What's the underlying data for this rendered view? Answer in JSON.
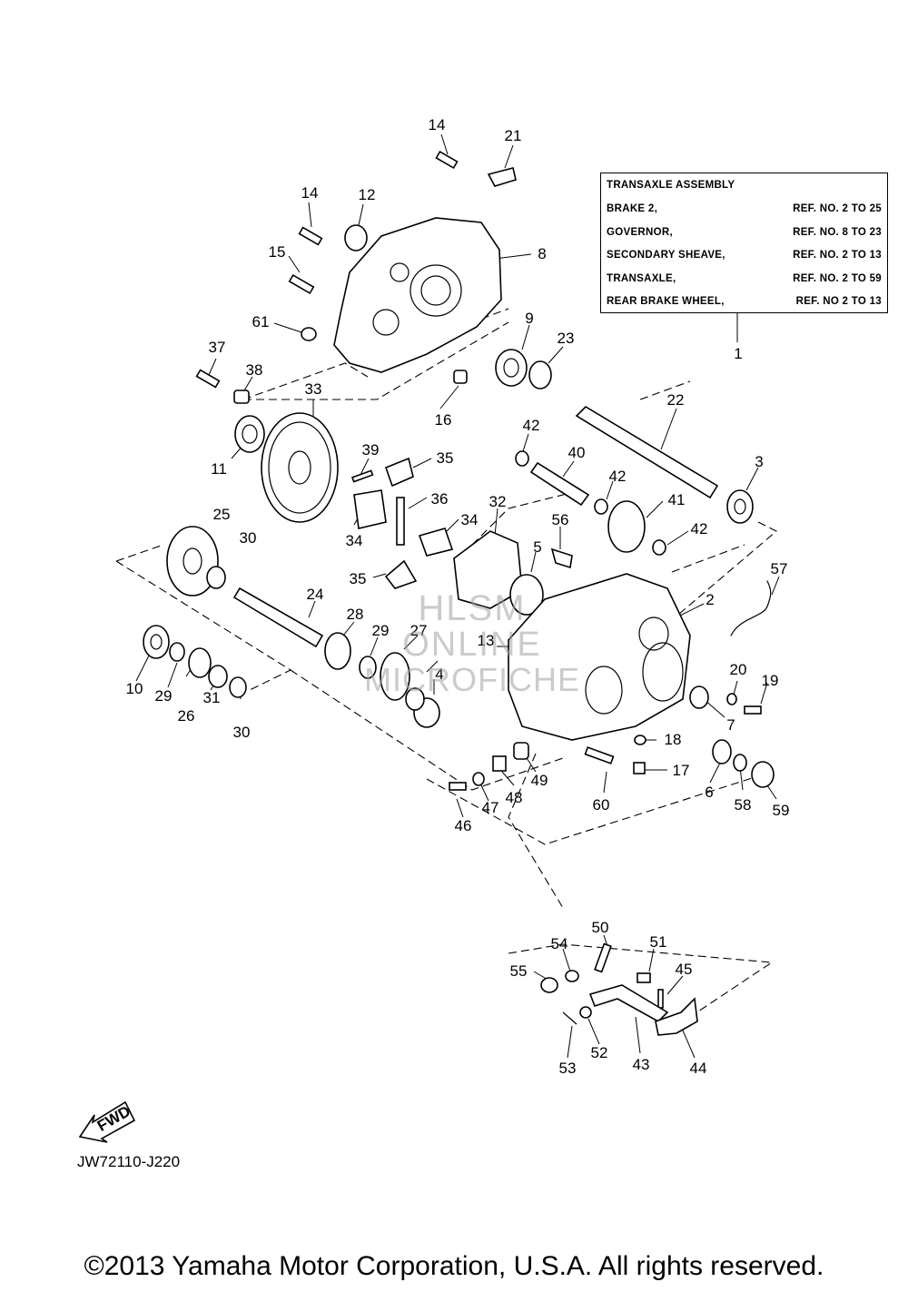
{
  "reference_table": {
    "header": "TRANSAXLE ASSEMBLY",
    "rows": [
      {
        "name": "BRAKE 2,",
        "range": "REF. NO. 2 TO 25"
      },
      {
        "name": "GOVERNOR,",
        "range": "REF. NO. 8 TO 23"
      },
      {
        "name": "SECONDARY SHEAVE,",
        "range": "REF. NO. 2 TO 13"
      },
      {
        "name": "TRANSAXLE,",
        "range": "REF. NO. 2 TO 59"
      },
      {
        "name": "REAR BRAKE WHEEL,",
        "range": "REF. NO 2 TO 13"
      }
    ]
  },
  "callouts": [
    "14",
    "21",
    "12",
    "8",
    "14",
    "15",
    "61",
    "9",
    "23",
    "37",
    "38",
    "33",
    "16",
    "22",
    "42",
    "11",
    "39",
    "35",
    "40",
    "3",
    "42",
    "41",
    "36",
    "25",
    "32",
    "34",
    "56",
    "42",
    "30",
    "34",
    "5",
    "57",
    "35",
    "24",
    "2",
    "28",
    "27",
    "29",
    "13",
    "20",
    "19",
    "10",
    "29",
    "4",
    "26",
    "31",
    "30",
    "7",
    "18",
    "17",
    "49",
    "6",
    "48",
    "60",
    "58",
    "59",
    "47",
    "46",
    "50",
    "54",
    "51",
    "55",
    "45",
    "53",
    "52",
    "43",
    "44",
    "1"
  ],
  "fwd_label": "FWD",
  "diagram_code": "JW72110-J220",
  "watermark": {
    "line1": "HLSM",
    "line2": "ONLINE",
    "line3": "MICROFICHE"
  },
  "copyright": "©2013 Yamaha Motor Corporation, U.S.A. All rights reserved."
}
